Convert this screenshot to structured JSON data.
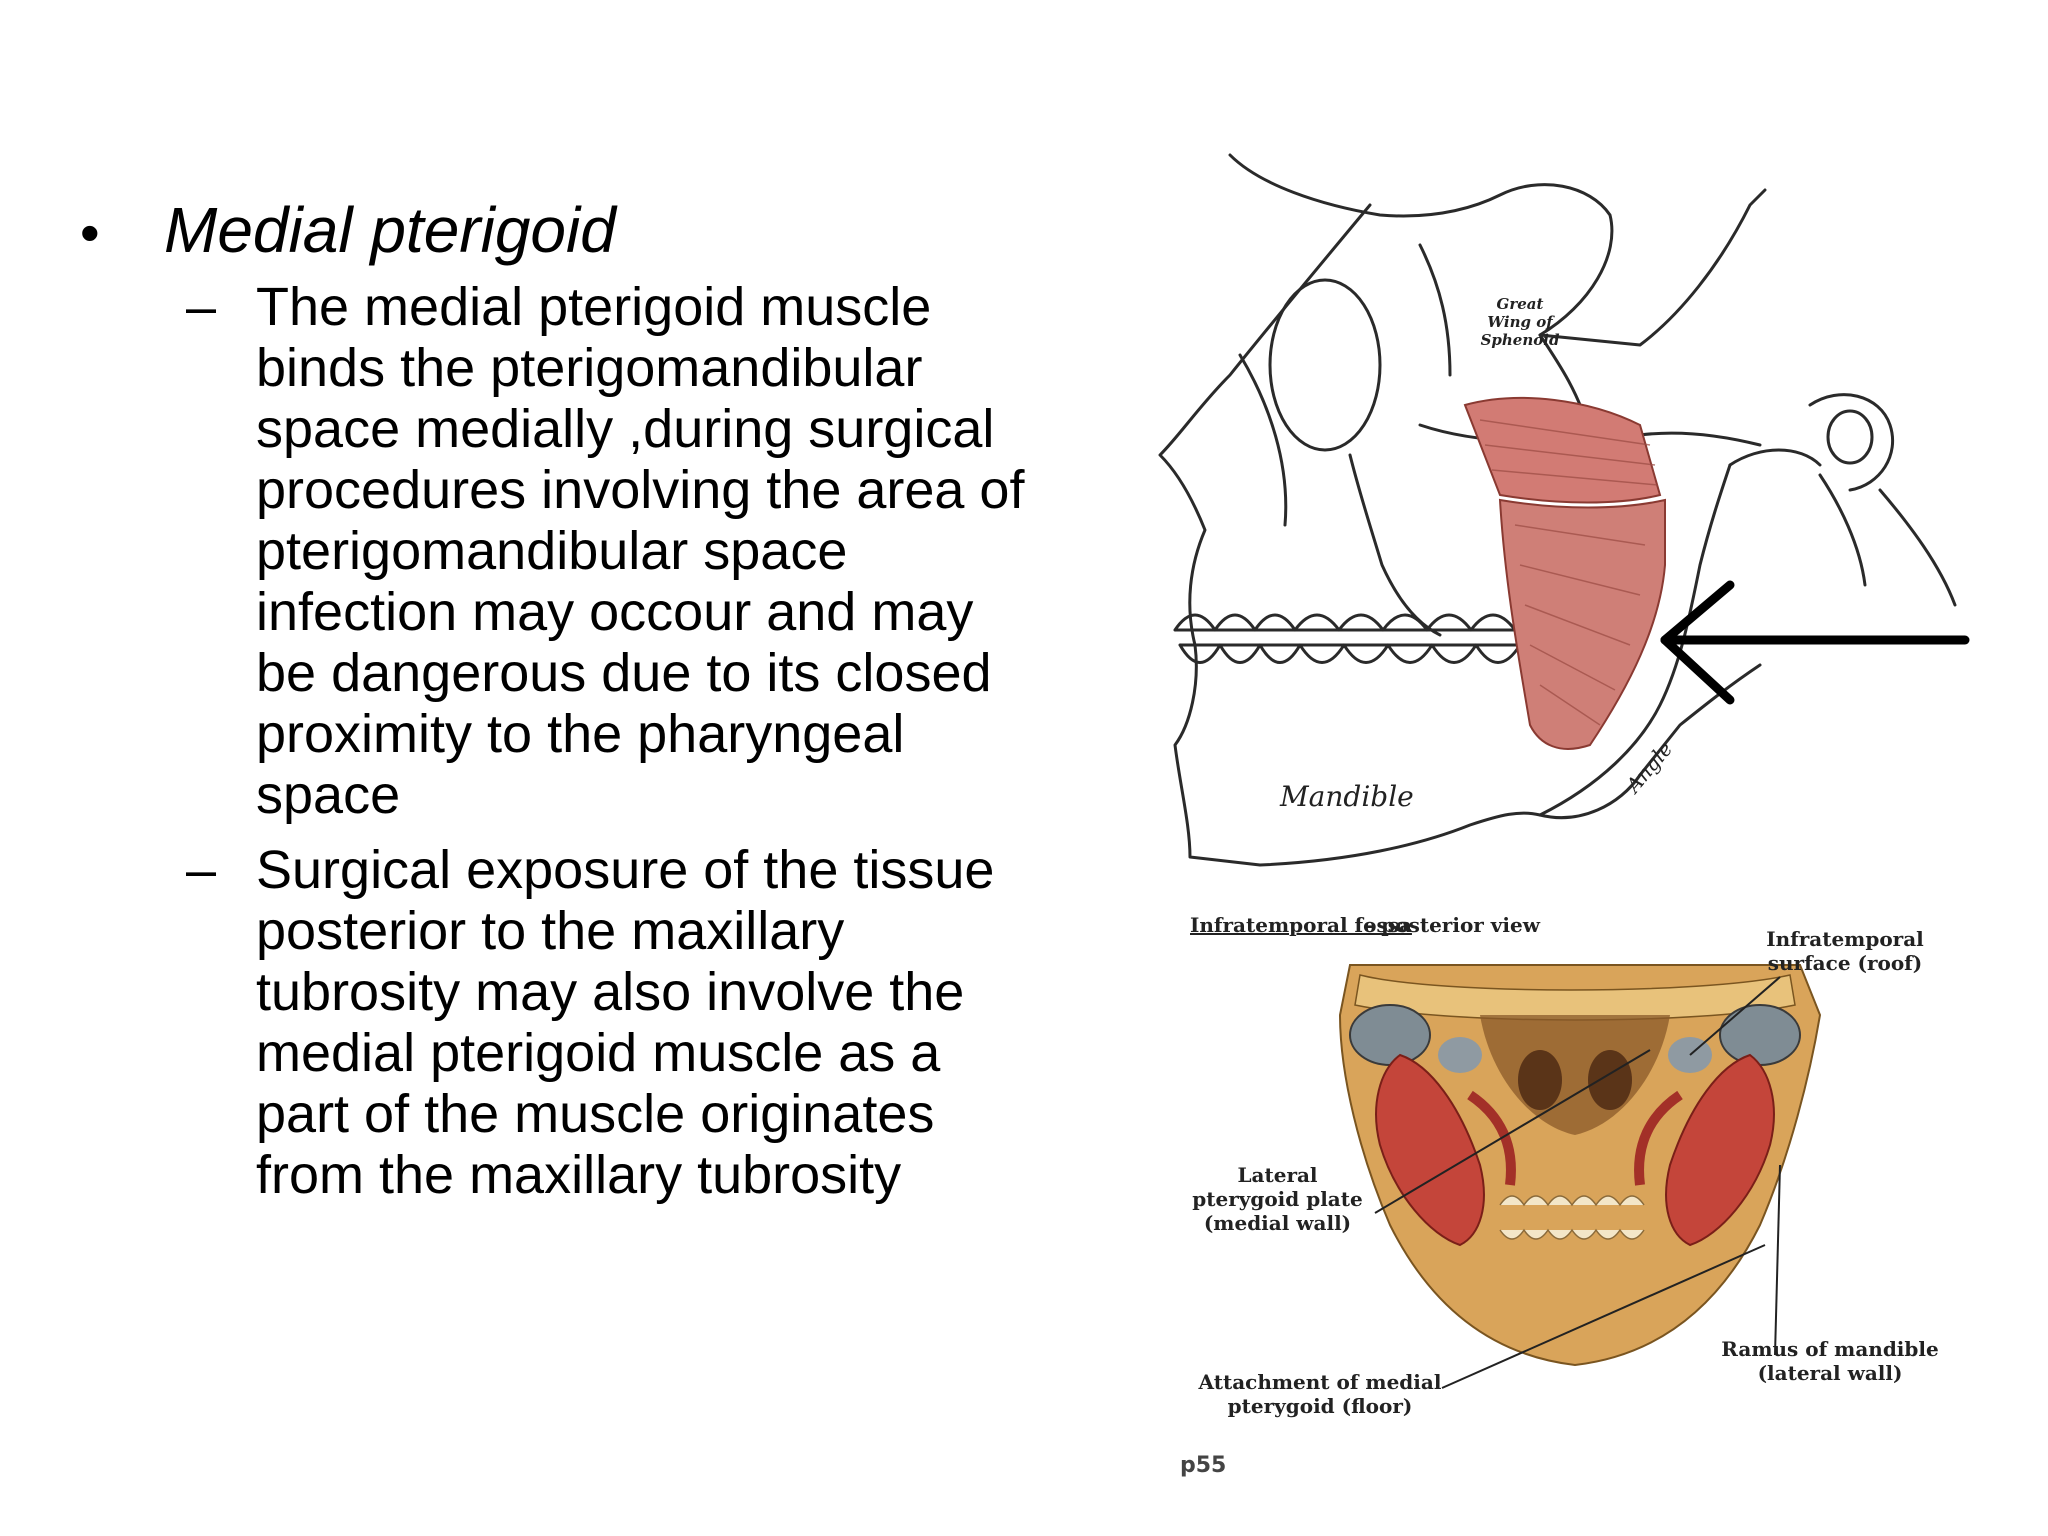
{
  "bullet": {
    "title": "Medial pterigoid",
    "subpoints": [
      "The medial pterigoid muscle binds the pterigomandibular space medially ,during surgical procedures involving the area of pterigomandibular space infection may occour and may be dangerous due to its closed proximity to the pharyngeal space",
      "Surgical exposure of the tissue posterior to the maxillary tubrosity may also involve the medial pterigoid muscle as a part of  the muscle originates from the maxillary tubrosity"
    ]
  },
  "figure_top": {
    "labels": {
      "great_wing": "Great Wing of Sphenoid",
      "mandible": "Mandible",
      "angle": "Angle"
    }
  },
  "figure_bottom": {
    "title_underlined": "Infratemporal fossa",
    "title_rest": "- posterior view",
    "labels": {
      "infratemporal_surface": "Infratemporal surface (roof)",
      "lateral_plate": "Lateral pterygoid plate (medial wall)",
      "attachment": "Attachment of medial pterygoid (floor)",
      "ramus": "Ramus of mandible (lateral wall)"
    },
    "page": "p55"
  },
  "colors": {
    "muscle": "#d27b74",
    "muscle_dark": "#b84a3f",
    "bone_line": "#2a2a2a",
    "fossa_bg": "#d9a45a"
  }
}
